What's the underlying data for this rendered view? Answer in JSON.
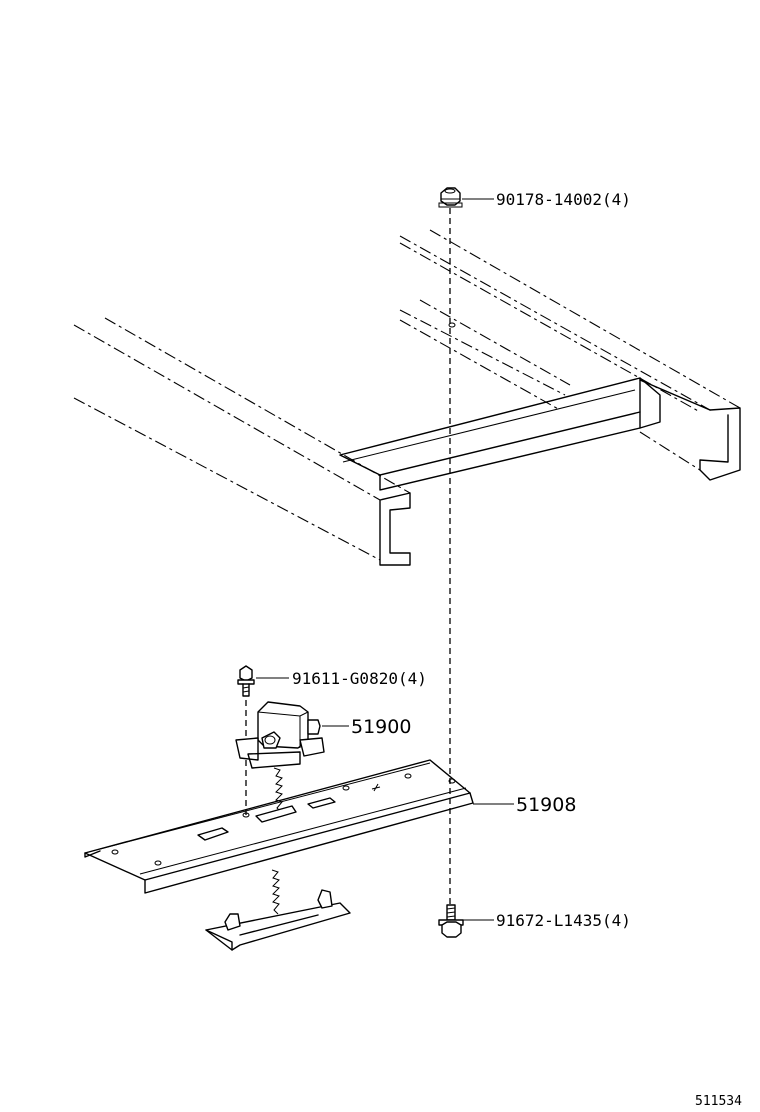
{
  "diagram": {
    "callouts": {
      "nut_top": "90178-14002(4)",
      "bolt_winch": "91611-G0820(4)",
      "winch": "51900",
      "bracket": "51908",
      "bolt_bottom": "91672-L1435(4)"
    },
    "figure_number": "511534"
  }
}
